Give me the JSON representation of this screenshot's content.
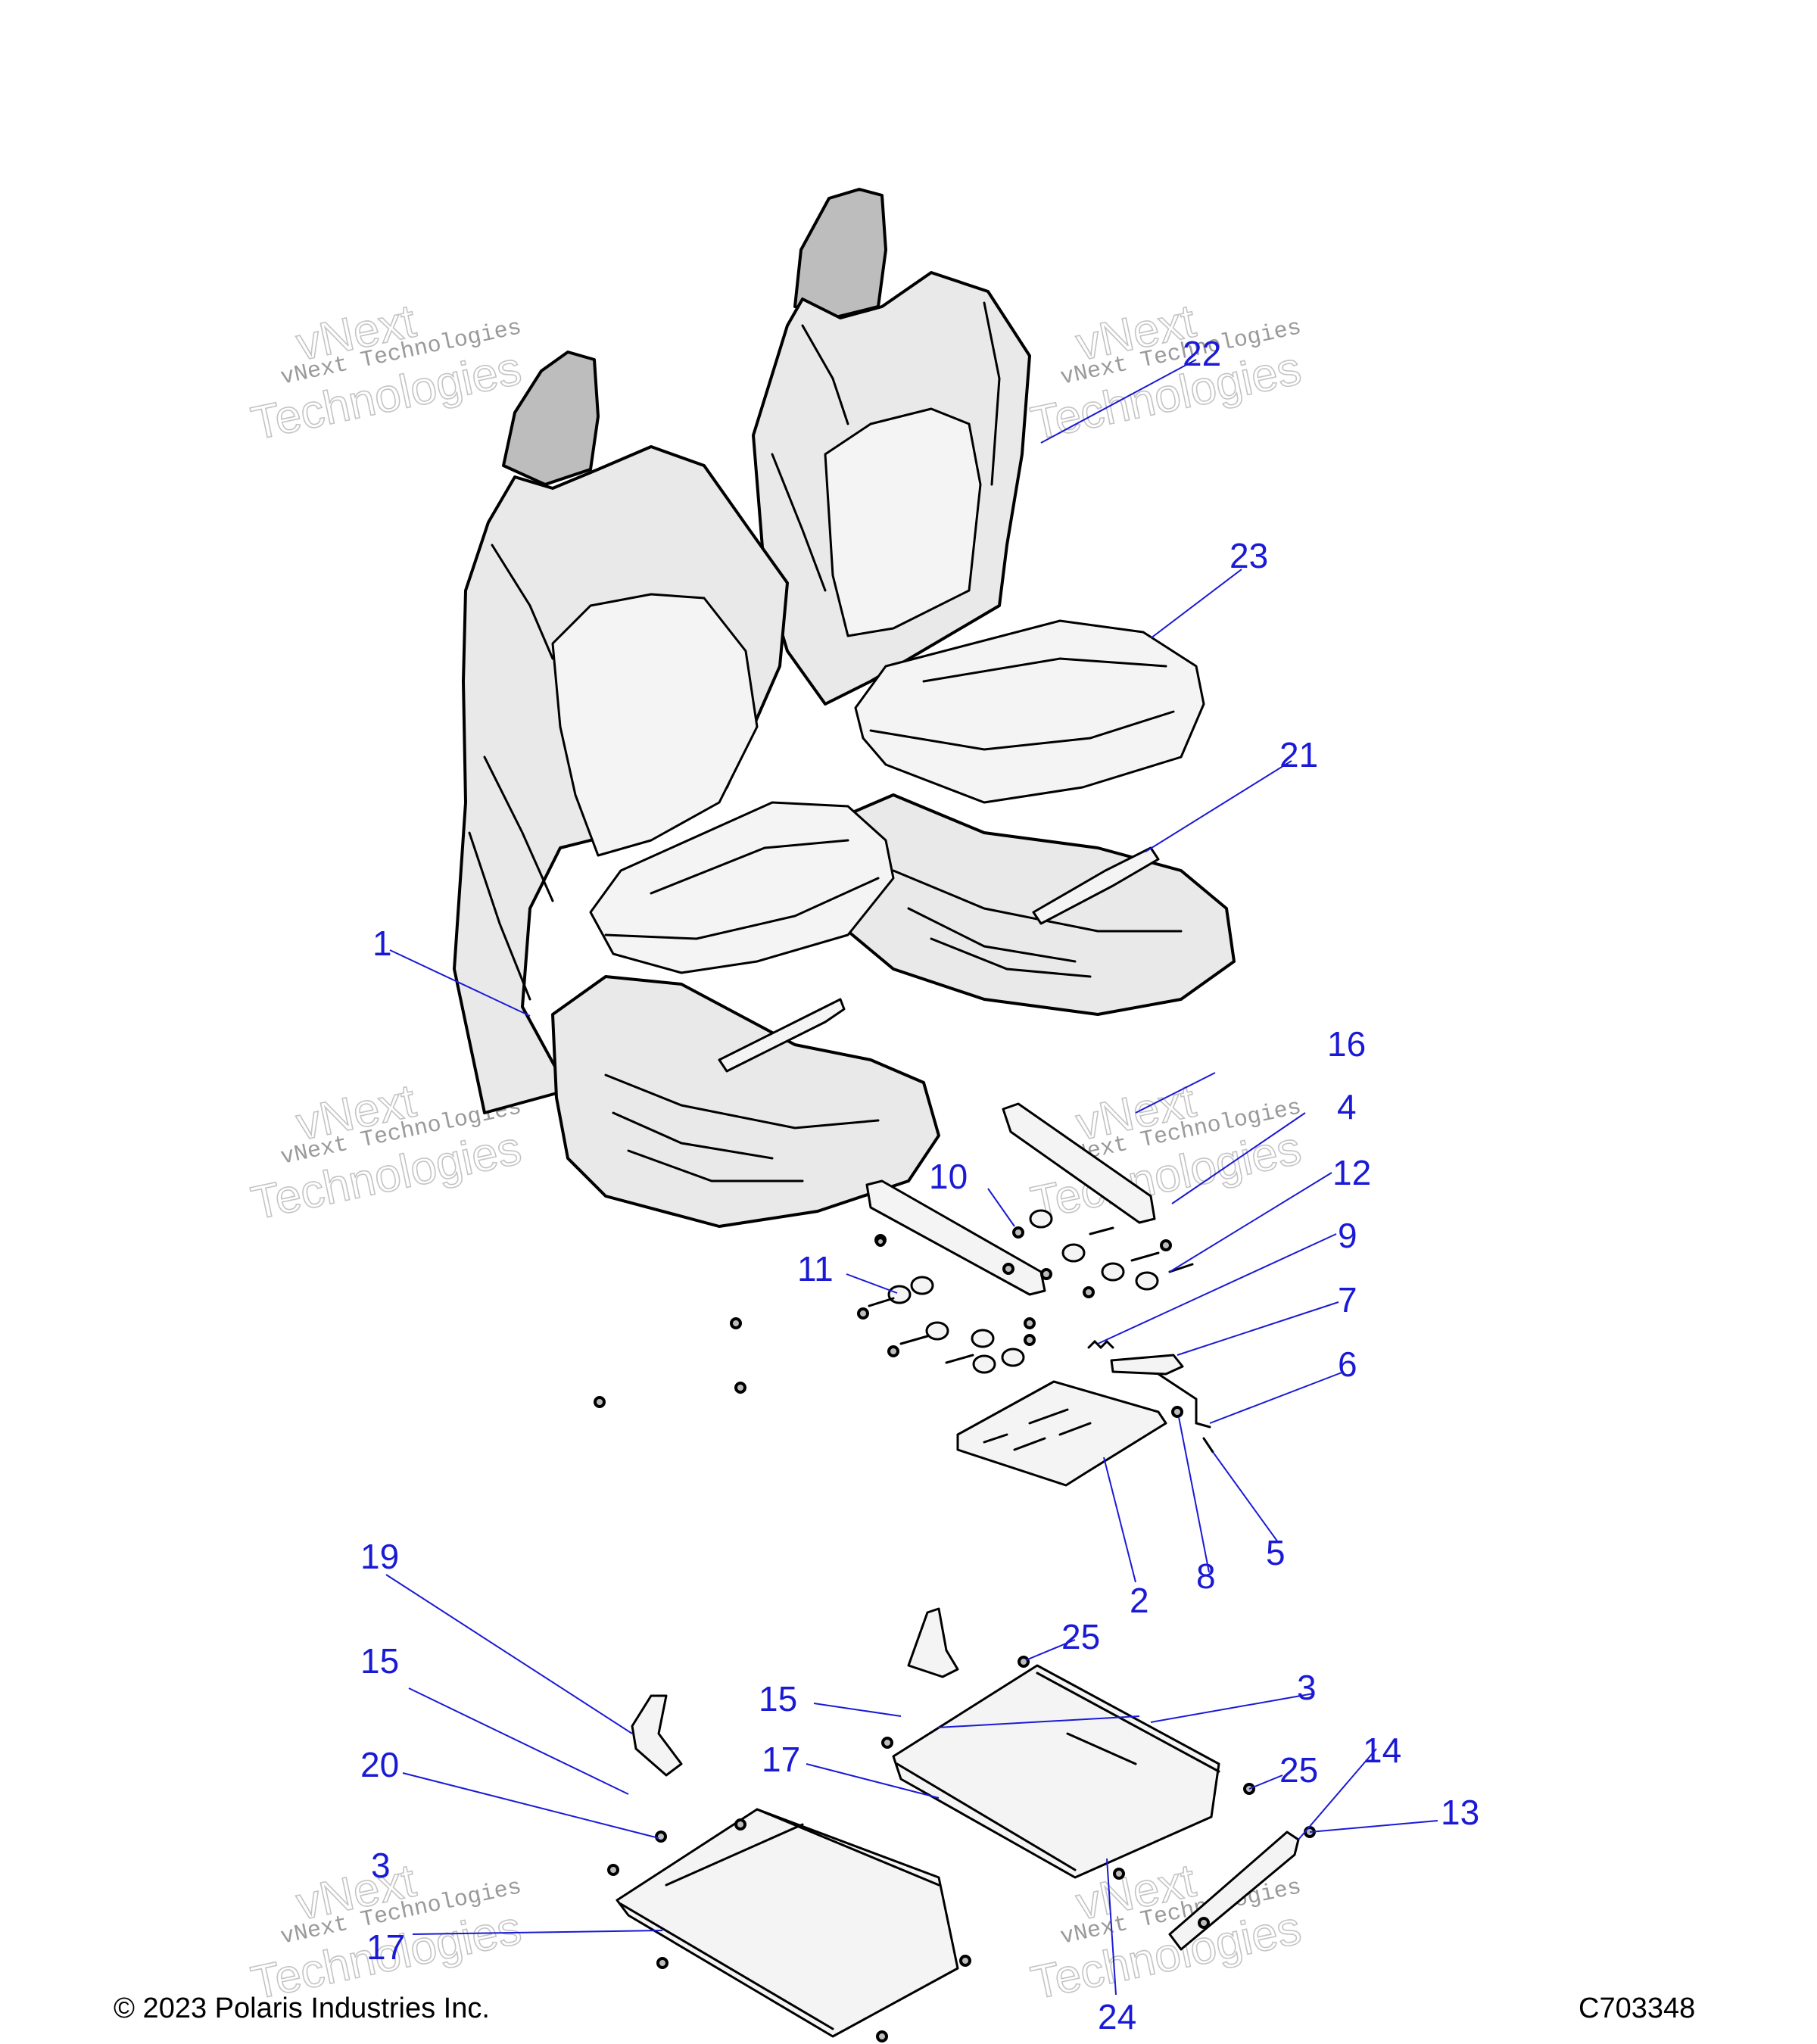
{
  "watermark": {
    "line1": "vNext",
    "line2": "vNext Technologies",
    "line3": "Technologies"
  },
  "footer": {
    "copyright": "© 2023 Polaris Industries Inc.",
    "code": "C703348"
  },
  "callouts": [
    "1",
    "2",
    "3",
    "4",
    "5",
    "6",
    "7",
    "8",
    "9",
    "10",
    "11",
    "12",
    "13",
    "14",
    "15",
    "16",
    "17",
    "19",
    "20",
    "21",
    "22",
    "23",
    "24",
    "25"
  ],
  "colors": {
    "callout": "#1a1ad6",
    "line": "#000000",
    "shade": "#e9e9e9"
  }
}
